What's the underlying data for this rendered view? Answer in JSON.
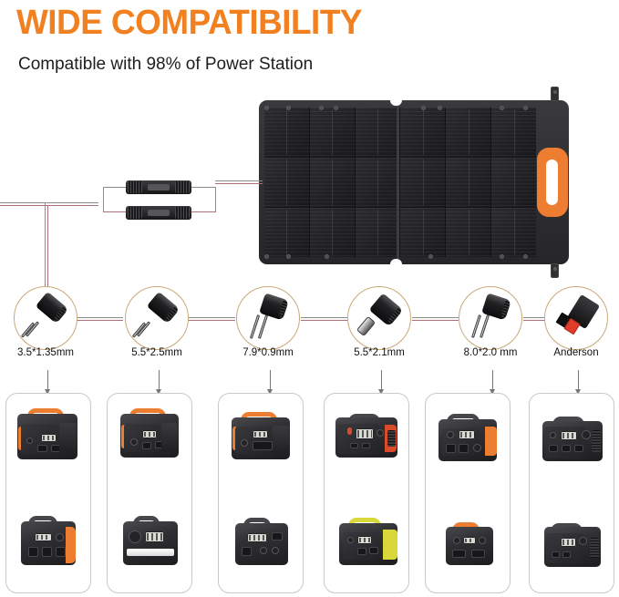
{
  "header": {
    "title": "WIDE COMPATIBILITY",
    "subtitle": "Compatible with 98% of Power Station",
    "title_color": "#F08020"
  },
  "product": {
    "name": "foldable-solar-panel",
    "handle_color": "#ED7D31",
    "folds": 2,
    "cells_per_fold": 9
  },
  "cable": {
    "junction_name": "mc4-connector-pair",
    "connector_count": 2,
    "wire_colors": [
      "#8c8c8c",
      "#b0707a"
    ]
  },
  "connectors": [
    {
      "label": "3.5*1.35mm",
      "type": "barrel",
      "icon": "dc-barrel-plug-icon"
    },
    {
      "label": "5.5*2.5mm",
      "type": "barrel",
      "icon": "dc-barrel-plug-icon"
    },
    {
      "label": "7.9*0.9mm",
      "type": "twin-pin",
      "icon": "dc-twin-pin-plug-icon"
    },
    {
      "label": "5.5*2.1mm",
      "type": "fat-barrel",
      "icon": "dc-barrel-plug-icon"
    },
    {
      "label": "8.0*2.0 mm",
      "type": "twin-pin",
      "icon": "dc-twin-pin-plug-icon"
    },
    {
      "label": "Anderson",
      "type": "anderson",
      "icon": "anderson-connector-icon"
    }
  ],
  "compatibility_cards": [
    {
      "connector": "3.5*1.35mm",
      "stations": [
        {
          "view": "angled",
          "accent": "#ED7D31",
          "handle": "orange",
          "has_screen": true
        },
        {
          "view": "front",
          "accent": "#ED7D31",
          "handle": "grey",
          "has_screen": true
        }
      ]
    },
    {
      "connector": "5.5*2.5mm",
      "stations": [
        {
          "view": "angled",
          "accent": "#ED7D31",
          "handle": "orange",
          "has_screen": true
        },
        {
          "view": "front",
          "accent": "#3a3a3e",
          "handle": "grey",
          "has_screen": true,
          "has_lamp": true
        }
      ]
    },
    {
      "connector": "7.9*0.9mm",
      "stations": [
        {
          "view": "angled",
          "accent": "#ED7D31",
          "handle": "orange",
          "has_screen": true
        },
        {
          "view": "front",
          "accent": "#3a3a3e",
          "handle": "grey",
          "has_screen": true
        }
      ]
    },
    {
      "connector": "5.5*2.1mm",
      "stations": [
        {
          "view": "angled",
          "accent": "#D94B2B",
          "handle": "grey",
          "has_screen": true
        },
        {
          "view": "angled",
          "accent": "#D8D83A",
          "handle": "yellow",
          "has_screen": true
        }
      ]
    },
    {
      "connector": "8.0*2.0 mm",
      "stations": [
        {
          "view": "angled",
          "accent": "#ED7D31",
          "handle": "grey",
          "has_screen": true
        },
        {
          "view": "front",
          "accent": "#ED7D31",
          "handle": "orange",
          "has_screen": true
        }
      ]
    },
    {
      "connector": "Anderson",
      "stations": [
        {
          "view": "angled",
          "accent": "#3a3a3e",
          "handle": "grey",
          "has_screen": true
        },
        {
          "view": "angled",
          "accent": "#3a3a3e",
          "handle": "grey",
          "has_screen": true
        }
      ]
    }
  ]
}
